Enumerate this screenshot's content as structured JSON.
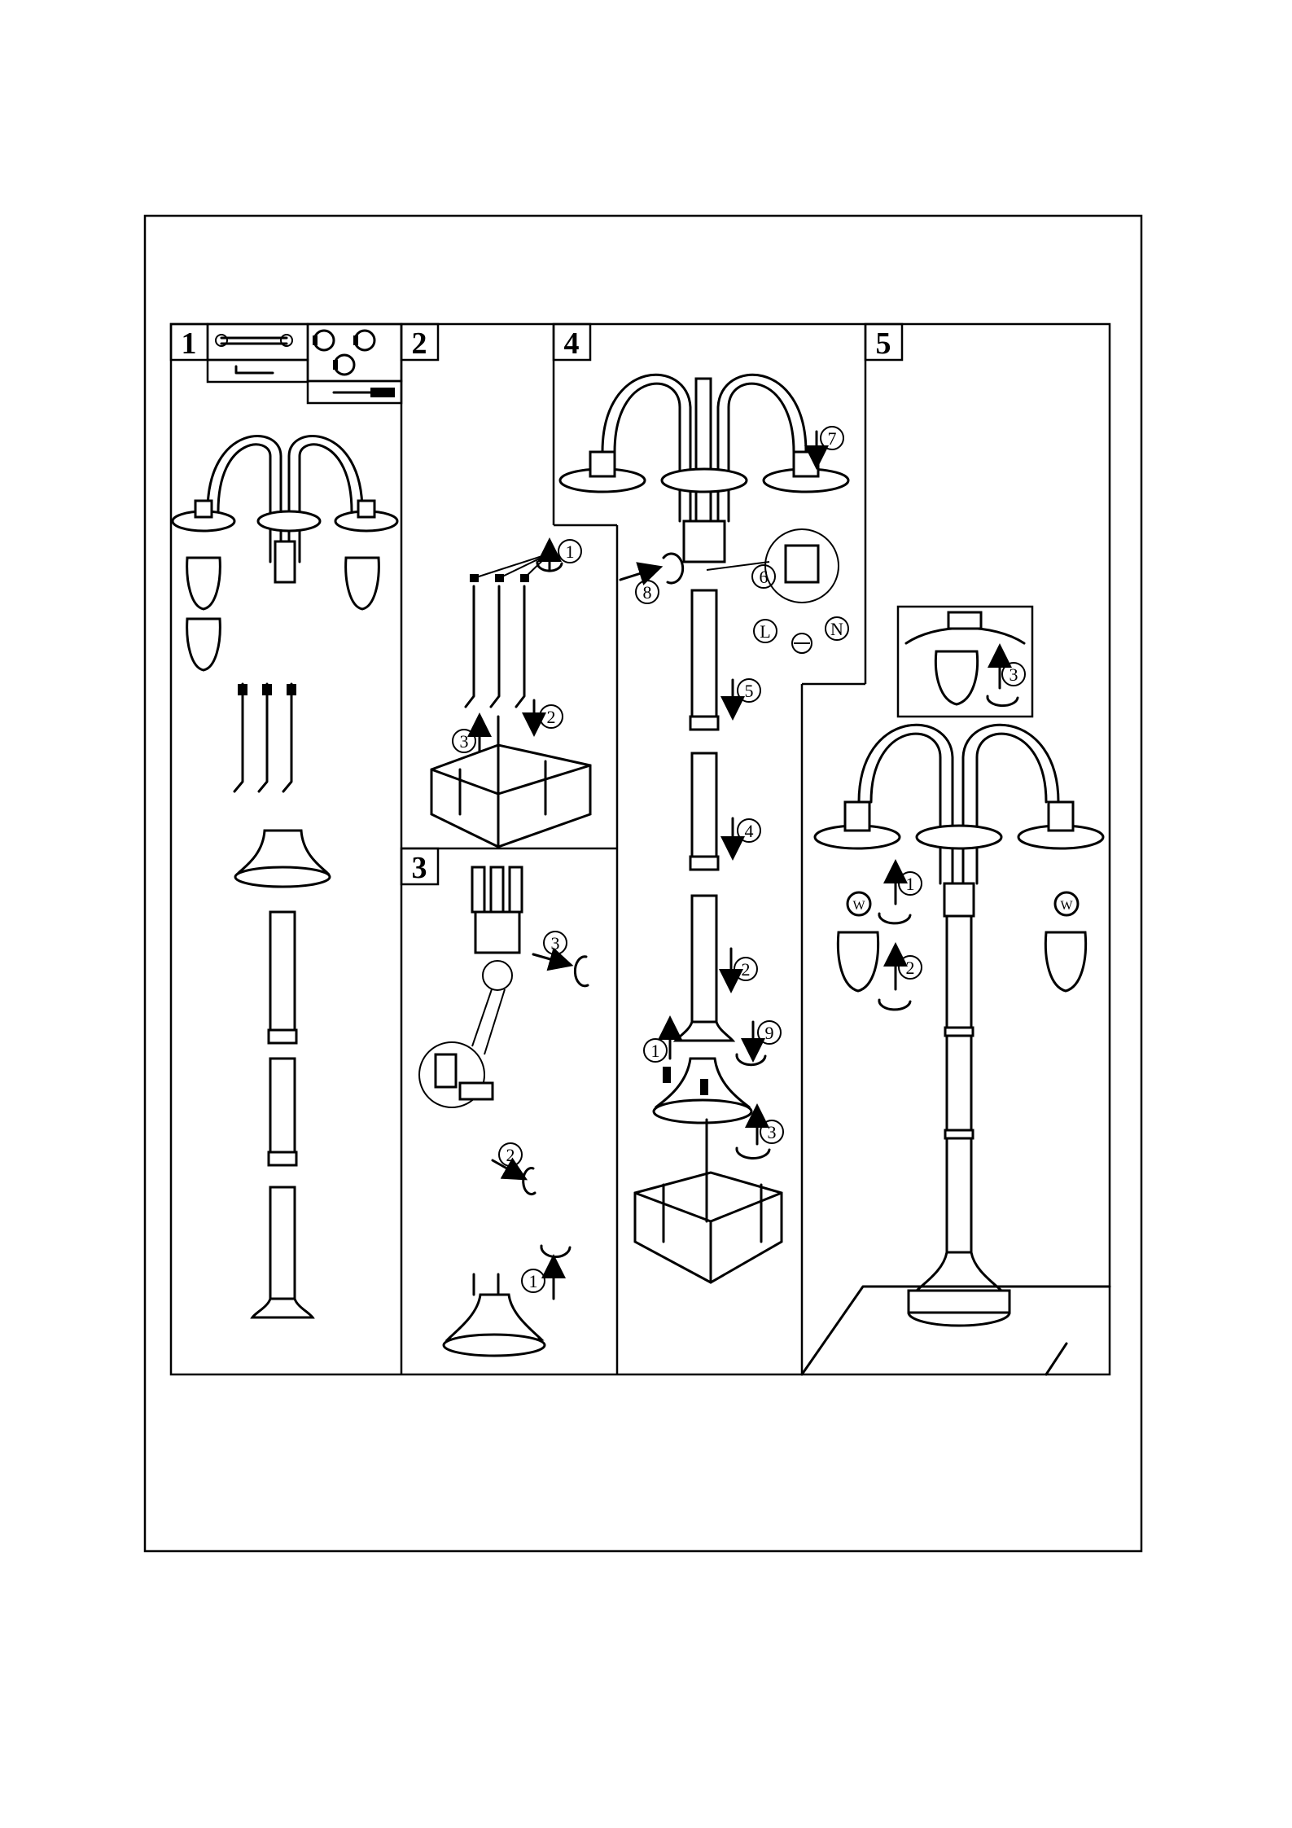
{
  "steps": [
    {
      "number": "1"
    },
    {
      "number": "2"
    },
    {
      "number": "3"
    },
    {
      "number": "4"
    },
    {
      "number": "5"
    }
  ],
  "callouts": {
    "step2": [
      "1",
      "2",
      "3"
    ],
    "step3": [
      "3",
      "2",
      "1"
    ],
    "step4": [
      "7",
      "8",
      "6",
      "5",
      "4",
      "2",
      "1",
      "9",
      "3"
    ],
    "step5": [
      "3",
      "1",
      "2"
    ]
  },
  "wiring_labels": [
    "L",
    "N"
  ],
  "bulb_mark": "W",
  "colors": {
    "line": "#000000",
    "paper": "#ffffff"
  }
}
